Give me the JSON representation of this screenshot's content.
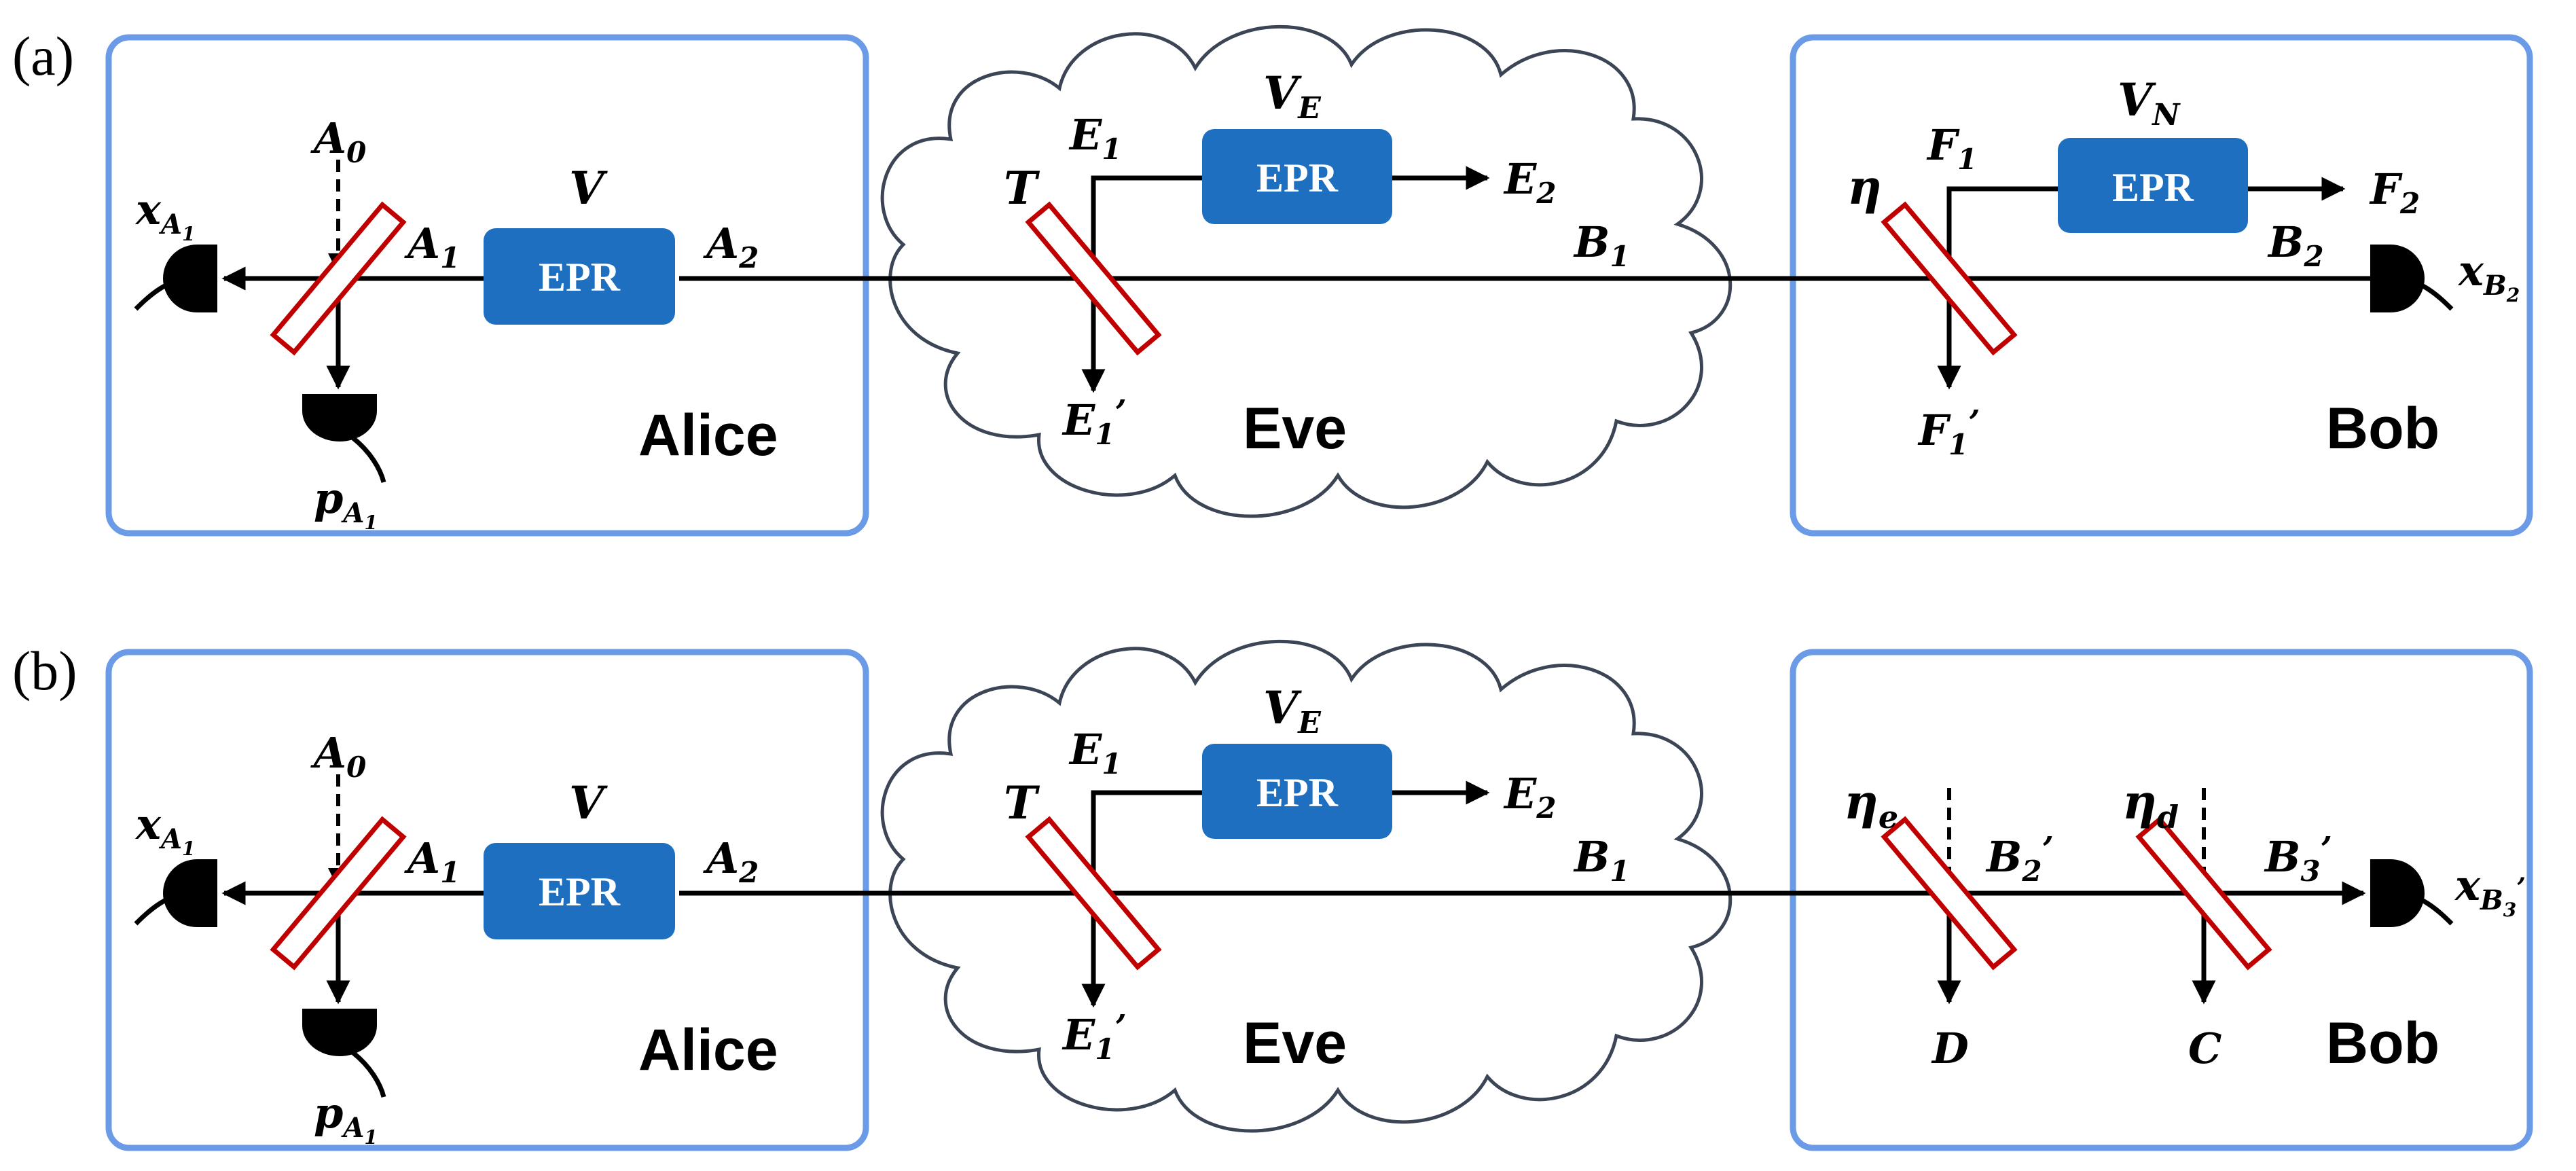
{
  "panels": [
    {
      "id": "a",
      "label": "(a)",
      "alice": {
        "name": "Alice",
        "source": "EPR",
        "variance": "V",
        "in_mode": "A",
        "in_sub": "0",
        "mode1": "A",
        "mode1_sub": "1",
        "mode2": "A",
        "mode2_sub": "2",
        "x_out": "x",
        "x_sub": "A",
        "x_subsub": "1",
        "p_out": "p",
        "p_sub": "A",
        "p_subsub": "1"
      },
      "eve": {
        "name": "Eve",
        "source": "EPR",
        "variance": "V",
        "variance_sub": "E",
        "bs": "T",
        "e1": "E",
        "e1_sub": "1",
        "e2": "E",
        "e2_sub": "2",
        "e1p": "E",
        "e1p_sub": "1",
        "prime": "’",
        "b1": "B",
        "b1_sub": "1"
      },
      "bob": {
        "name": "Bob",
        "source": "EPR",
        "variance": "V",
        "variance_sub": "N",
        "bs": "η",
        "f1": "F",
        "f1_sub": "1",
        "f2": "F",
        "f2_sub": "2",
        "f1p": "F",
        "f1p_sub": "1",
        "prime": "’",
        "b2": "B",
        "b2_sub": "2",
        "x_out": "x",
        "x_sub": "B",
        "x_subsub": "2"
      }
    },
    {
      "id": "b",
      "label": "(b)",
      "alice": {
        "name": "Alice",
        "source": "EPR",
        "variance": "V",
        "in_mode": "A",
        "in_sub": "0",
        "mode1": "A",
        "mode1_sub": "1",
        "mode2": "A",
        "mode2_sub": "2",
        "x_out": "x",
        "x_sub": "A",
        "x_subsub": "1",
        "p_out": "p",
        "p_sub": "A",
        "p_subsub": "1"
      },
      "eve": {
        "name": "Eve",
        "source": "EPR",
        "variance": "V",
        "variance_sub": "E",
        "bs": "T",
        "e1": "E",
        "e1_sub": "1",
        "e2": "E",
        "e2_sub": "2",
        "e1p": "E",
        "e1p_sub": "1",
        "prime": "’",
        "b1": "B",
        "b1_sub": "1"
      },
      "bob": {
        "name": "Bob",
        "bs1": "η",
        "bs1_sub": "e",
        "bs2": "η",
        "bs2_sub": "d",
        "b2p": "B",
        "b2p_sub": "2",
        "b3p": "B",
        "b3p_sub": "3",
        "prime": "’",
        "d": "D",
        "c": "C",
        "x_out": "x",
        "x_sub": "B",
        "x_subsub": "3",
        "x_prime": "’"
      }
    }
  ]
}
